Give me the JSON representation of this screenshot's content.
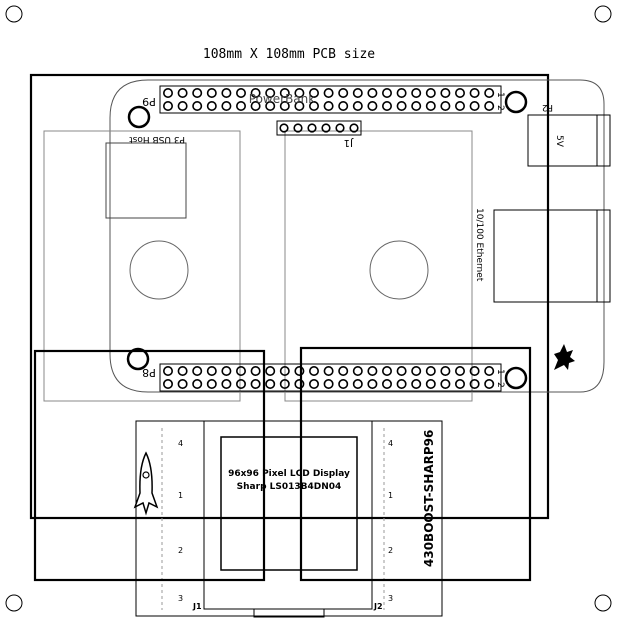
{
  "title": "108mm X 108mm PCB size",
  "headers": {
    "p9": "P9",
    "p8": "P8",
    "pin_a": "1",
    "pin_b": "2"
  },
  "labels": {
    "power_bank": "PowerBank",
    "j1": "J1",
    "usb_host": "P3 USB Host",
    "p2": "P2",
    "five_v": "5V",
    "ethernet": "10/100 Ethernet"
  },
  "boosterpack": {
    "name": "430BOOST-SHARP96",
    "lcd_line1": "96x96 Pixel LCD Display",
    "lcd_line2": "Sharp LS013B4DN04",
    "j1": "J1",
    "j2": "J2",
    "left_pins": [
      "4",
      "1",
      "2",
      "3"
    ],
    "right_pins": [
      "4",
      "1",
      "2",
      "3"
    ]
  }
}
